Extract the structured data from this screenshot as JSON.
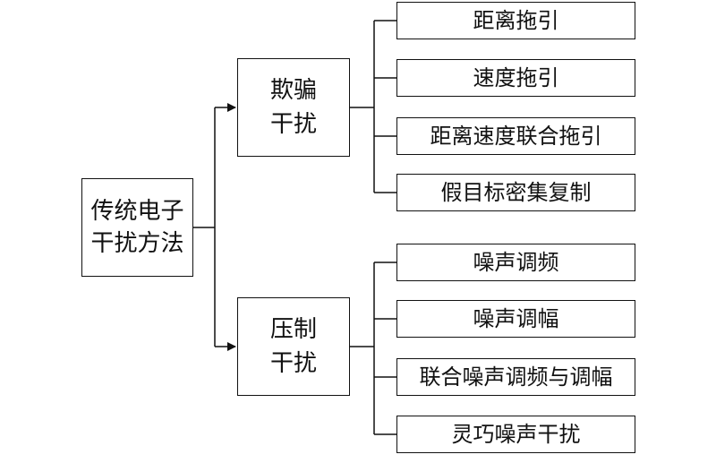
{
  "root": {
    "line1": "传统电子",
    "line2": "干扰方法"
  },
  "categories": [
    {
      "line1": "欺骗",
      "line2": "干扰",
      "items": [
        "距离拖引",
        "速度拖引",
        "距离速度联合拖引",
        "假目标密集复制"
      ]
    },
    {
      "line1": "压制",
      "line2": "干扰",
      "items": [
        "噪声调频",
        "噪声调幅",
        "联合噪声调频与调幅",
        "灵巧噪声干扰"
      ]
    }
  ]
}
